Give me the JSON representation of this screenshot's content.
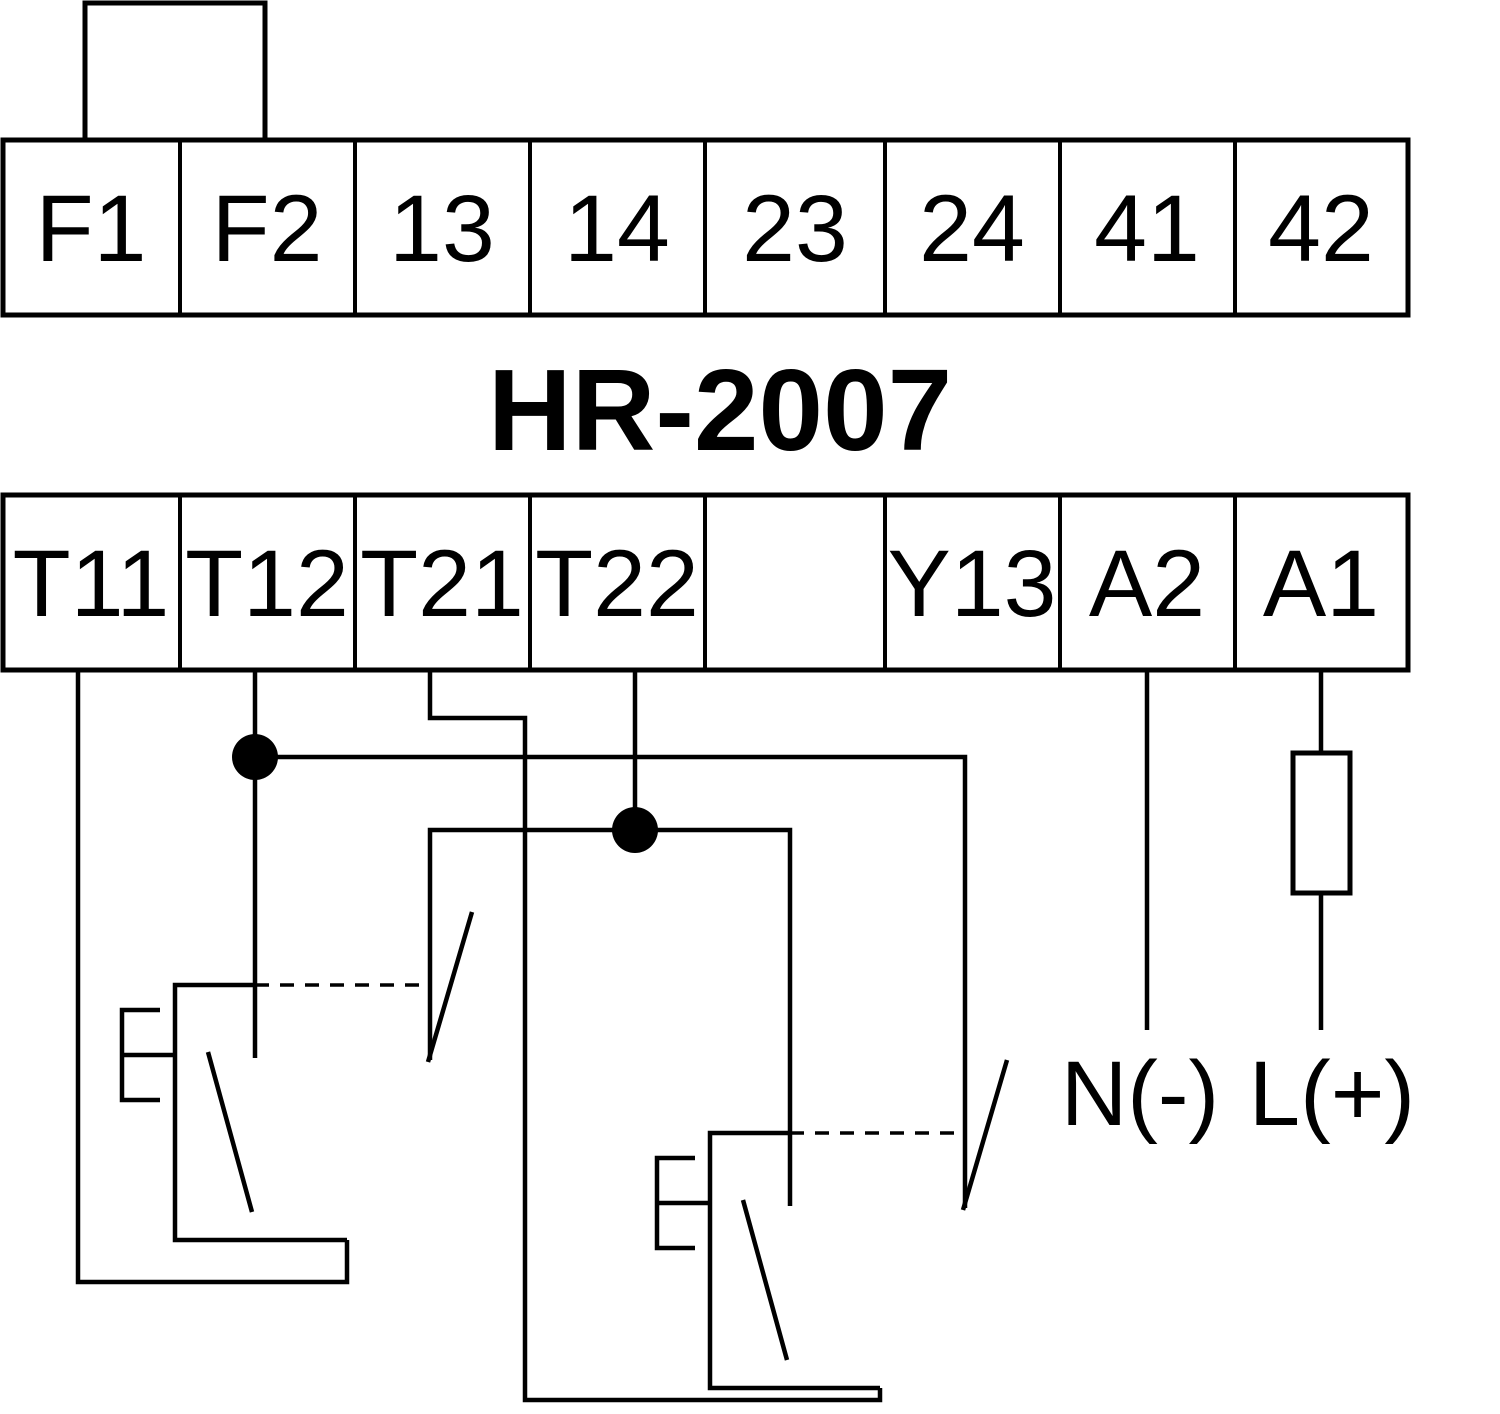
{
  "device": {
    "model": "HR-2007"
  },
  "top_terminal_row": {
    "cells": [
      "F1",
      "F2",
      "13",
      "14",
      "23",
      "24",
      "41",
      "42"
    ]
  },
  "bottom_terminal_row": {
    "cells": [
      "T11",
      "T12",
      "T21",
      "T22",
      "",
      "Y13",
      "A2",
      "A1"
    ]
  },
  "power_labels": {
    "neutral": "N(-)",
    "line": "L(+)"
  },
  "colors": {
    "stroke": "#000000",
    "background": "#ffffff"
  }
}
